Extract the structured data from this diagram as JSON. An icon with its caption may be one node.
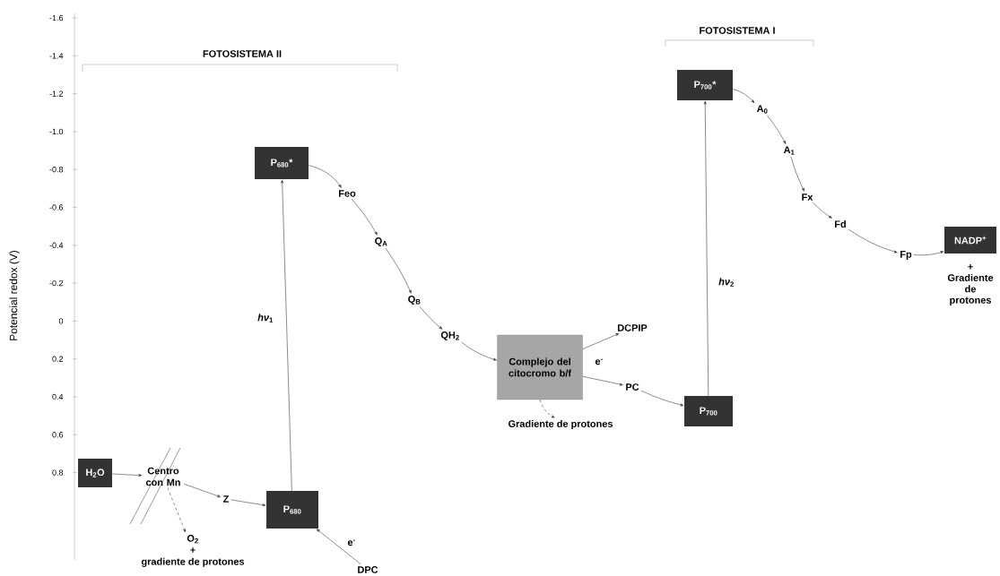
{
  "diagram": {
    "nodes": [
      {
        "text": [
          "H$_{2}$O"
        ]
      },
      {
        "text": [
          "Centro con Mn"
        ]
      },
      {
        "text": [
          "Z"
        ]
      },
      {
        "text": [
          "P$_{680}$"
        ]
      },
      {
        "text": [
          "P$_{680}$*"
        ]
      },
      {
        "text": [
          "Feo"
        ]
      },
      {
        "text": [
          "Q$_{A}$"
        ]
      },
      {
        "text": [
          "Q$_{B}$"
        ]
      },
      {
        "text": [
          "QH$_{2}$"
        ]
      },
      {
        "text": [
          "Complejo del citocromo b/f"
        ]
      },
      {
        "text": [
          "PC"
        ]
      },
      {
        "text": [
          "P$_{700}$"
        ]
      },
      {
        "text": [
          "P$_{700}$*"
        ]
      },
      {
        "text": [
          "A$_{0}$"
        ]
      },
      {
        "text": [
          "A$_{1}$"
        ]
      },
      {
        "text": [
          "Fx"
        ]
      },
      {
        "text": [
          "Fd"
        ]
      },
      {
        "text": [
          "Fp"
        ]
      },
      {
        "text": [
          "NADP$^{+}$"
        ],
        "beside": [
          "+",
          "Gradiente de protones"
        ]
      },
      {
        "text": [
          "O$_{2}$",
          "+",
          "gradiente de protones"
        ]
      },
      {
        "text": [
          "DPC"
        ]
      },
      {
        "text": [
          "DCPIP"
        ]
      },
      {
        "text": [
          "Gradiente de protones"
        ]
      }
    ],
    "edges": [
      {
        "from": 0,
        "to": 1,
        "arrow": "to"
      },
      {
        "from": 1,
        "to": 2,
        "arrow": "to"
      },
      {
        "from": 2,
        "to": 3,
        "arrow": "to"
      },
      {
        "from": 3,
        "to": 4,
        "arrow": "to",
        "label": "*hν*$_{1}$"
      },
      {
        "from": 4,
        "to": 5,
        "arrow": "to"
      },
      {
        "from": 5,
        "to": 6,
        "arrow": "to"
      },
      {
        "from": 6,
        "to": 7,
        "arrow": "to"
      },
      {
        "from": 7,
        "to": 8,
        "arrow": "to"
      },
      {
        "from": 8,
        "to": 9,
        "arrow": "to"
      },
      {
        "from": 9,
        "to": 10,
        "arrow": "to"
      },
      {
        "from": 10,
        "to": 11,
        "arrow": "to"
      },
      {
        "from": 11,
        "to": 12,
        "arrow": "to",
        "label": "*hν*$_{2}$"
      },
      {
        "from": 12,
        "to": 13,
        "arrow": "to"
      },
      {
        "from": 13,
        "to": 14,
        "arrow": "to"
      },
      {
        "from": 14,
        "to": 15,
        "arrow": "to"
      },
      {
        "from": 15,
        "to": 16,
        "arrow": "to"
      },
      {
        "from": 16,
        "to": 17,
        "arrow": "to"
      },
      {
        "from": 17,
        "to": 18,
        "arrow": "to"
      },
      {
        "from": 1,
        "to": 19,
        "arrow": "to",
        "style": "dashed"
      },
      {
        "from": 20,
        "to": 3,
        "arrow": "to",
        "label": "e$^{-}$"
      },
      {
        "from": 9,
        "to": 21,
        "arrow": "to",
        "label": "e$^{-}$"
      },
      {
        "from": 9,
        "to": 22,
        "arrow": "to",
        "style": "dashed"
      }
    ],
    "labels": [
      "FOTOSISTEMA II",
      "FOTOSISTEMA I",
      "Potencial redox (V)",
      "-1.6",
      "-1.4",
      "-1.2",
      "-1.0",
      "-0.8",
      "-0.6",
      "-0.4",
      "-0.2",
      "0",
      "0.2",
      "0.4",
      "0.6",
      "0.8"
    ]
  }
}
